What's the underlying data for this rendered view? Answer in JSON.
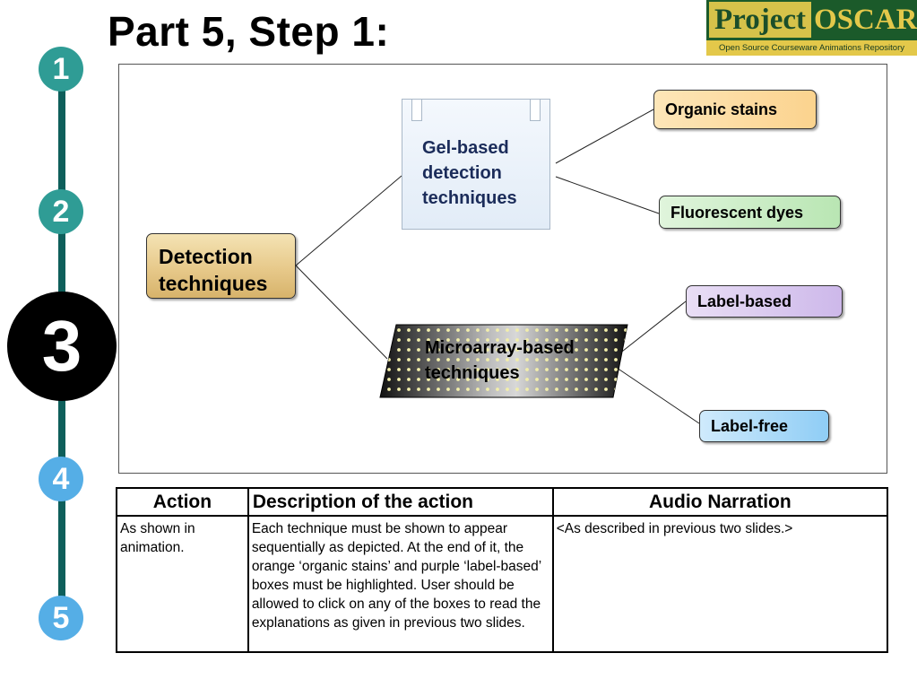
{
  "title": "Part 5, Step 1:",
  "logo": {
    "word1": "Project",
    "word2": "OSCAR",
    "subtitle": "Open Source Courseware Animations Repository"
  },
  "steps": [
    "1",
    "2",
    "3",
    "4",
    "5"
  ],
  "current_step": "3",
  "diagram": {
    "root": "Detection techniques",
    "gel": "Gel-based detection techniques",
    "microarray": "Microarray-based techniques",
    "organic": "Organic stains",
    "fluorescent": "Fluorescent dyes",
    "label_based": "Label-based",
    "label_free": "Label-free",
    "colors": {
      "root": "#e7c98a",
      "organic": "#fbd38e",
      "fluorescent": "#b9e6b3",
      "label_based": "#cdb8ea",
      "label_free": "#8fcdf5"
    }
  },
  "table": {
    "headers": [
      "Action",
      "Description of the action",
      "Audio Narration"
    ],
    "rows": [
      {
        "action": "As shown in animation.",
        "description": "Each technique must be shown to appear sequentially as depicted. At the end of it, the orange ‘organic stains’ and purple ‘label-based’ boxes must be highlighted. User should be allowed to click on any of the boxes to read the explanations as given in previous two slides.",
        "narration": "<As described in previous two slides.>"
      }
    ]
  }
}
